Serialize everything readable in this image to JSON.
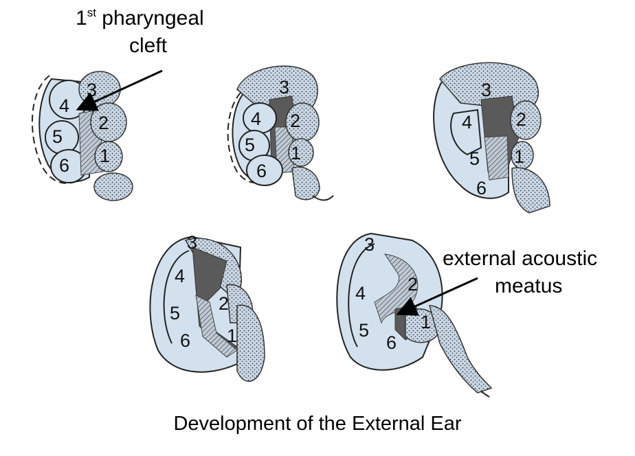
{
  "colors": {
    "ear_fill": "#d3e1ee",
    "stipple": "#c9d7e6",
    "dark_groove": "#5a5a5a"
  },
  "labels": {
    "pharyngeal_cleft_prefix": "1",
    "pharyngeal_cleft_sup": "st",
    "pharyngeal_cleft_rest": " pharyngeal",
    "pharyngeal_cleft_line2": "cleft",
    "acoustic_line1": "external acoustic",
    "acoustic_line2": "meatus"
  },
  "caption": "Development of the External Ear",
  "stages": [
    {
      "hillocks": [
        "1",
        "2",
        "3",
        "4",
        "5",
        "6"
      ]
    },
    {
      "hillocks": [
        "1",
        "2",
        "3",
        "4",
        "5",
        "6"
      ]
    },
    {
      "hillocks": [
        "1",
        "2",
        "3",
        "4",
        "5",
        "6"
      ]
    },
    {
      "hillocks": [
        "1",
        "2",
        "3",
        "4",
        "5",
        "6"
      ]
    },
    {
      "hillocks": [
        "1",
        "2",
        "3",
        "4",
        "5",
        "6"
      ]
    }
  ]
}
